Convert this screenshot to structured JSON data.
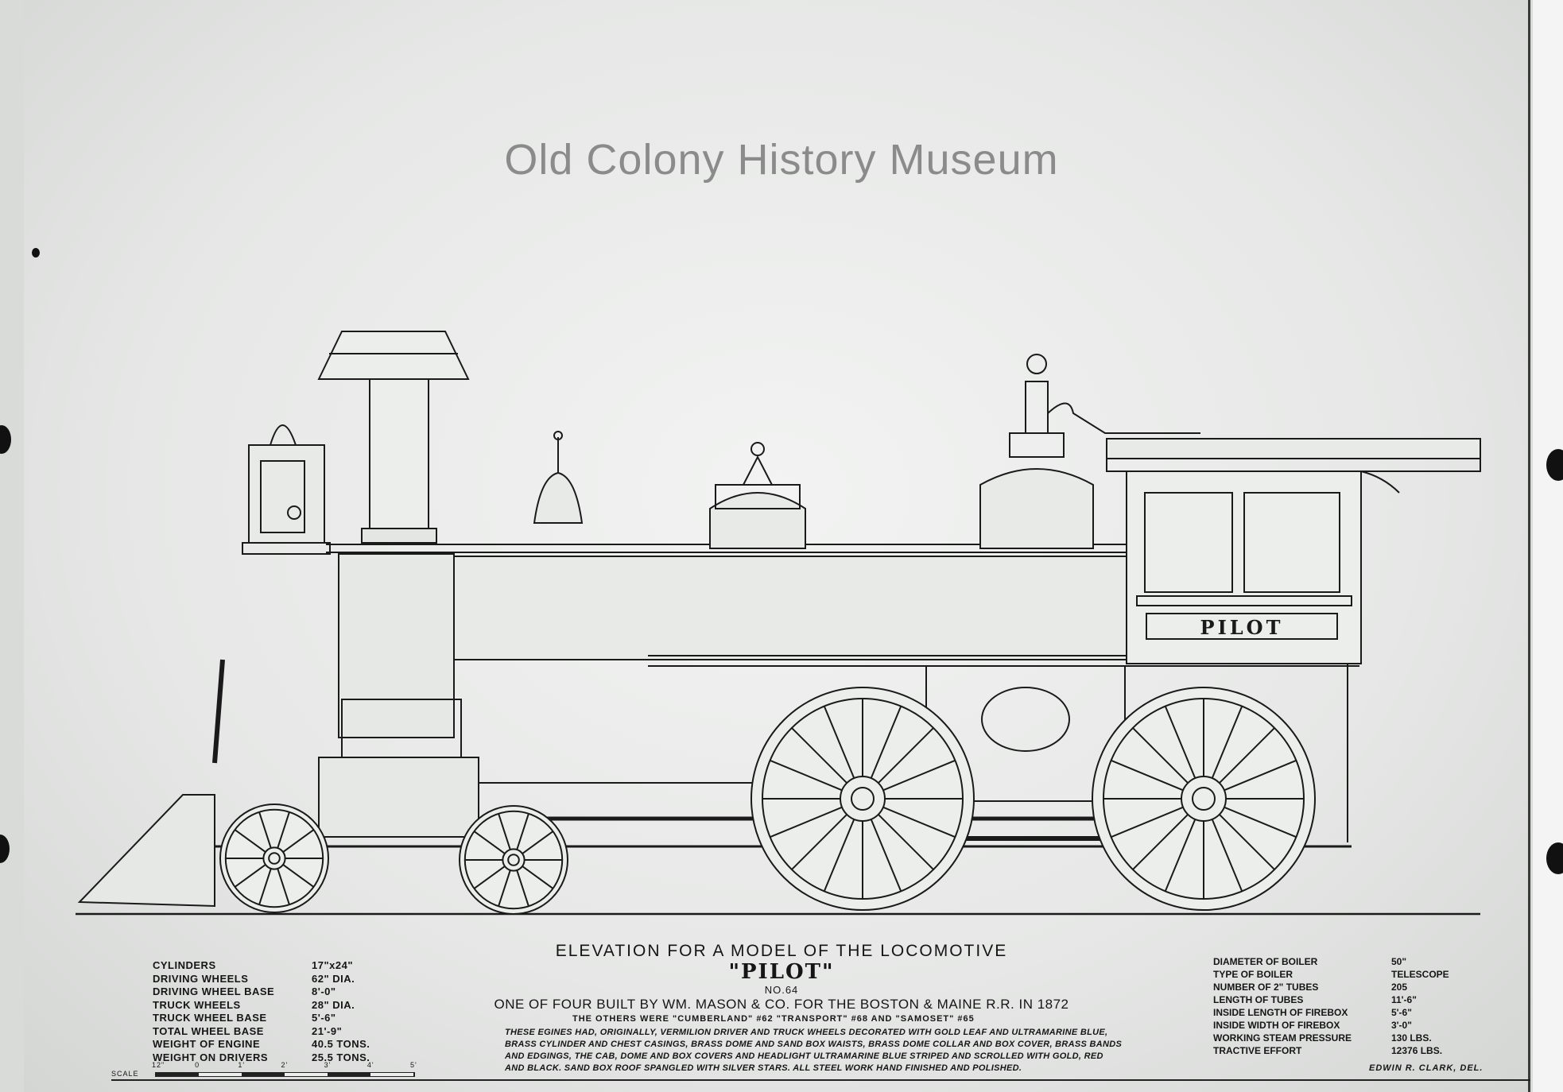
{
  "drawing": {
    "title": "ELEVATION FOR A MODEL OF THE LOCOMOTIVE",
    "name": "\"PILOT\"",
    "number": "NO.64",
    "built": "ONE OF FOUR BUILT BY WM. MASON & CO. FOR THE BOSTON & MAINE R.R. IN 1872",
    "others": "THE OTHERS WERE \"CUMBERLAND\" #62 \"TRANSPORT\" #68 AND \"SAMOSET\" #65",
    "paragraph": [
      "THESE EGINES HAD, ORIGINALLY, VERMILION DRIVER AND TRUCK WHEELS DECORATED WITH GOLD LEAF AND ULTRAMARINE BLUE,",
      "BRASS CYLINDER AND CHEST CASINGS, BRASS DOME AND SAND BOX WAISTS, BRASS DOME COLLAR AND BOX COVER, BRASS BANDS",
      "AND EDGINGS, THE CAB, DOME AND BOX COVERS AND HEADLIGHT ULTRAMARINE BLUE STRIPED AND SCROLLED WITH GOLD, RED",
      "AND BLACK. SAND BOX ROOF SPANGLED WITH SILVER STARS. ALL STEEL WORK HAND FINISHED AND POLISHED."
    ],
    "cab_nameplate": "PILOT",
    "signature": "EDWIN R. CLARK, DEL.",
    "watermark": "Old Colony History Museum"
  },
  "specs_left": [
    {
      "label": "CYLINDERS",
      "value": "17\"x24\""
    },
    {
      "label": "DRIVING WHEELS",
      "value": "62\" DIA."
    },
    {
      "label": "DRIVING WHEEL BASE",
      "value": "8'-0\""
    },
    {
      "label": "TRUCK WHEELS",
      "value": "28\" DIA."
    },
    {
      "label": "TRUCK WHEEL BASE",
      "value": "5'-6\""
    },
    {
      "label": "TOTAL WHEEL BASE",
      "value": "21'-9\""
    },
    {
      "label": "WEIGHT OF ENGINE",
      "value": "40.5 TONS."
    },
    {
      "label": "WEIGHT ON DRIVERS",
      "value": "25.5 TONS."
    }
  ],
  "specs_right": [
    {
      "label": "DIAMETER OF BOILER",
      "value": "50\""
    },
    {
      "label": "TYPE OF BOILER",
      "value": "TELESCOPE"
    },
    {
      "label": "NUMBER OF 2\" TUBES",
      "value": "205"
    },
    {
      "label": "LENGTH OF TUBES",
      "value": "11'-6\""
    },
    {
      "label": "INSIDE LENGTH OF FIREBOX",
      "value": "5'-6\""
    },
    {
      "label": "INSIDE WIDTH OF FIREBOX",
      "value": "3'-0\""
    },
    {
      "label": "WORKING STEAM PRESSURE",
      "value": "130 LBS."
    },
    {
      "label": "TRACTIVE EFFORT",
      "value": "12376 LBS."
    }
  ],
  "scale": {
    "label": "SCALE",
    "ticks": [
      "12\"",
      "0",
      "1'",
      "2'",
      "3'",
      "4'",
      "5'"
    ]
  }
}
